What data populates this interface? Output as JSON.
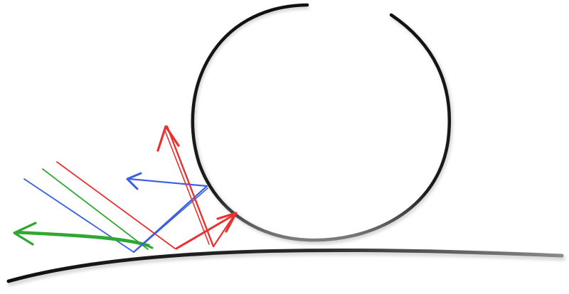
{
  "colors": {
    "outline": "#1a1a1a",
    "red": "#e8322f",
    "green": "#2fa832",
    "blue": "#3a5fe0"
  },
  "icons": {
    "circle": "open-circle-outline",
    "ground": "curved-surface-line",
    "rays": "incident-light-rays",
    "arrows": "reflected-light-arrows"
  }
}
